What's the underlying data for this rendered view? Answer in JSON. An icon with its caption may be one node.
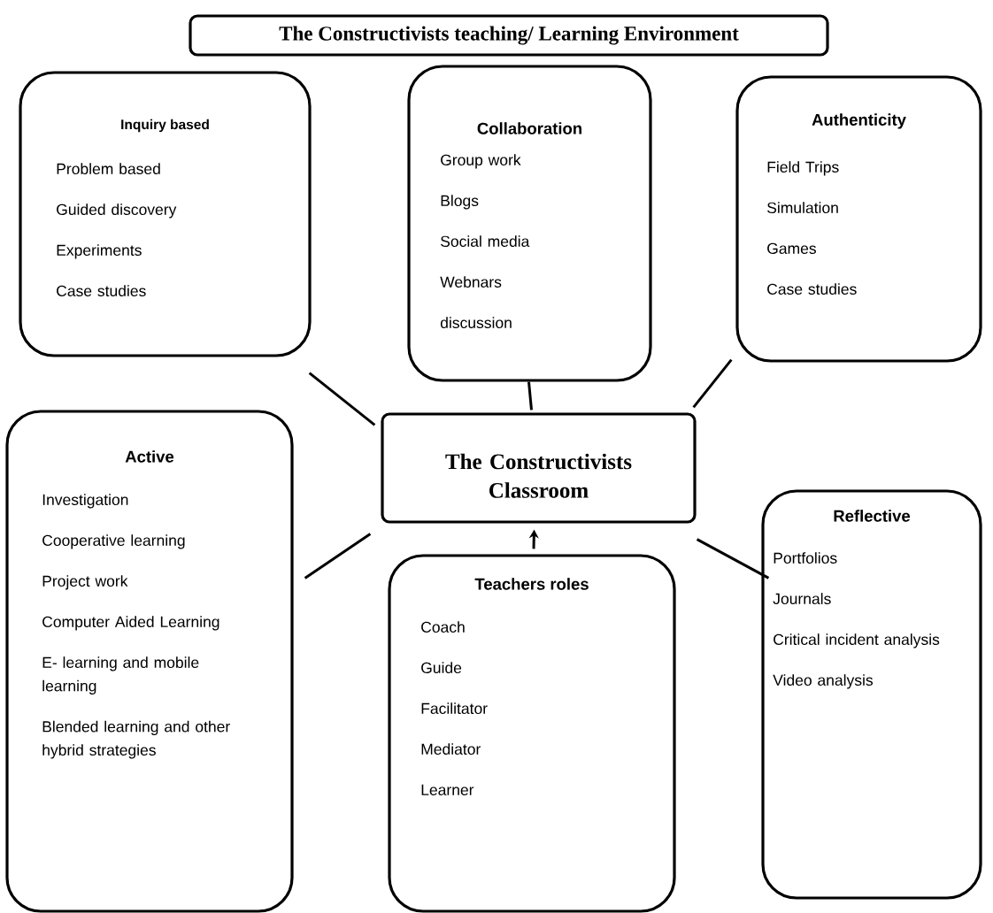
{
  "diagram": {
    "nodes": [
      {
        "text": [
          "The Constructivists teaching/ Learning Environment"
        ]
      },
      {
        "text": [
          "Inquiry based",
          "Problem based",
          "Guided discovery",
          "Experiments",
          "Case studies"
        ]
      },
      {
        "text": [
          "Collaboration",
          "Group work",
          "Blogs",
          "Social media",
          "Webnars",
          "discussion"
        ]
      },
      {
        "text": [
          "Authenticity",
          "Field Trips",
          "Simulation",
          "Games",
          "Case studies"
        ]
      },
      {
        "text": [
          "Active",
          "Investigation",
          "Cooperative learning",
          "Project work",
          "Computer Aided Learning",
          "E- learning and mobile learning",
          "Blended learning and other hybrid strategies"
        ]
      },
      {
        "text": [
          "The Constructivists Classroom"
        ]
      },
      {
        "text": [
          "Reflective",
          "Portfolios",
          "Journals",
          "Critical incident analysis",
          "Video analysis"
        ]
      },
      {
        "text": [
          "Teachers roles",
          "Coach",
          "Guide",
          "Facilitator",
          "Mediator",
          "Learner"
        ]
      }
    ],
    "edges": [
      {
        "from": 5,
        "to": 1,
        "arrow": "none"
      },
      {
        "from": 5,
        "to": 2,
        "arrow": "none"
      },
      {
        "from": 5,
        "to": 3,
        "arrow": "none"
      },
      {
        "from": 5,
        "to": 4,
        "arrow": "none"
      },
      {
        "from": 5,
        "to": 6,
        "arrow": "none"
      },
      {
        "from": 7,
        "to": 5,
        "arrow": "to"
      }
    ]
  }
}
